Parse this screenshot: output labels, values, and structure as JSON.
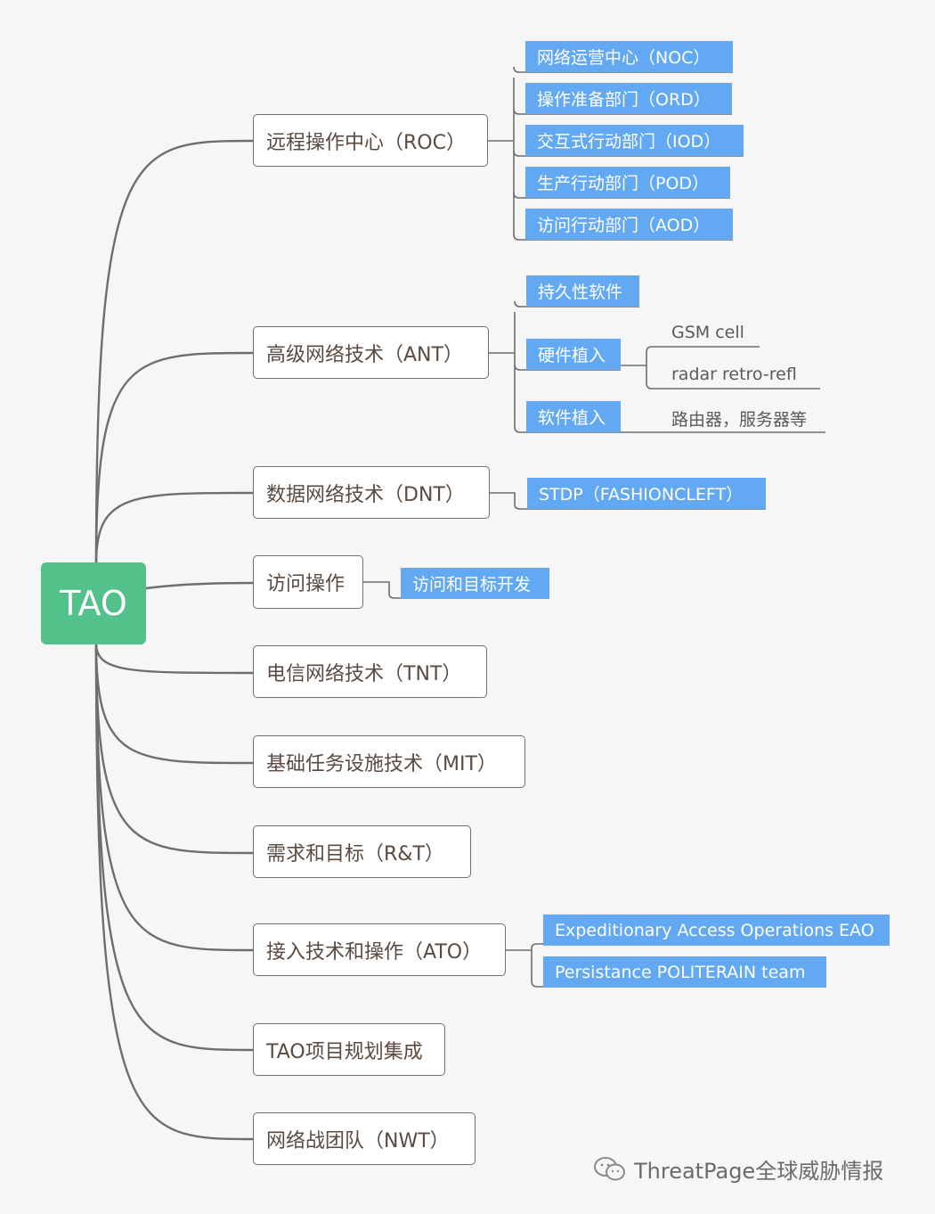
{
  "root": {
    "label": "TAO"
  },
  "branches": [
    {
      "id": "roc",
      "label": "远程操作中心（ROC）"
    },
    {
      "id": "ant",
      "label": "高级网络技术（ANT）"
    },
    {
      "id": "dnt",
      "label": "数据网络技术（DNT）"
    },
    {
      "id": "access",
      "label": "访问操作"
    },
    {
      "id": "tnt",
      "label": "电信网络技术（TNT）"
    },
    {
      "id": "mit",
      "label": "基础任务设施技术（MIT）"
    },
    {
      "id": "rt",
      "label": "需求和目标（R&T）"
    },
    {
      "id": "ato",
      "label": "接入技术和操作（ATO）"
    },
    {
      "id": "plan",
      "label": "TAO项目规划集成"
    },
    {
      "id": "nwt",
      "label": "网络战团队（NWT）"
    }
  ],
  "roc_children": [
    "网络运营中心（NOC）",
    "操作准备部门（ORD）",
    "交互式行动部门（IOD）",
    "生产行动部门（POD）",
    "访问行动部门（AOD）"
  ],
  "ant_children": {
    "persistent": "持久性软件",
    "hardware": "硬件植入",
    "software": "软件植入",
    "hardware_children": [
      "GSM cell",
      "radar retro-refl"
    ],
    "software_child": "路由器，服务器等"
  },
  "dnt_child": "STDP（FASHIONCLEFT）",
  "access_child": "访问和目标开发",
  "ato_children": [
    "Expeditionary Access Operations EAO",
    "Persistance POLITERAIN team"
  ],
  "watermark": {
    "icon": "wechat-icon",
    "text": "ThreatPage全球威胁情报"
  },
  "colors": {
    "root": "#52c18a",
    "leaf": "#62a8f3",
    "connector": "#6e6e6e",
    "background": "#f6f6f6"
  }
}
